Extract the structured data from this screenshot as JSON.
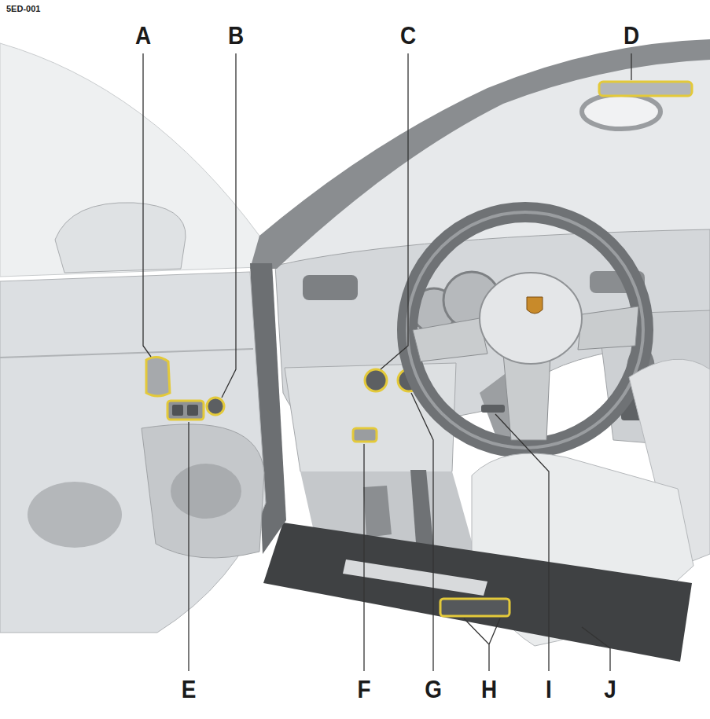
{
  "diagram": {
    "labels": [
      "5ED-001",
      "A",
      "B",
      "C",
      "D",
      "E",
      "F",
      "G",
      "H",
      "I",
      "J"
    ]
  }
}
